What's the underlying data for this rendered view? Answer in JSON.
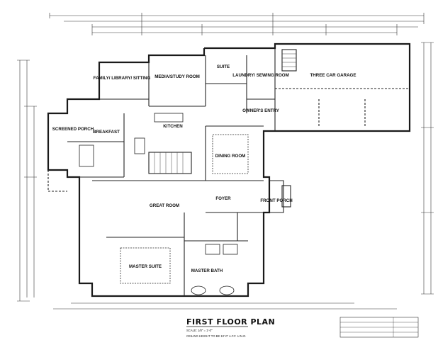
{
  "plan": {
    "title": "FIRST FLOOR PLAN",
    "scale": "SCALE: 1/8\" = 1'-0\"",
    "note": "CEILING HEIGHT TO BE 10'-0\" A.F.F. U.N.O.",
    "rooms": {
      "garage": "THREE CAR GARAGE",
      "suite": "SUITE",
      "laundry": "LAUNDRY/ SEWING ROOM",
      "family": "FAMILY/ LIBRARY/ SITTING",
      "media": "MEDIA/STUDY ROOM",
      "kitchen": "KITCHEN",
      "owners_entry": "OWNER'S ENTRY",
      "screened_porch": "SCREENED PORCH",
      "breakfast": "BREAKFAST",
      "dining": "DINING ROOM",
      "great_room": "GREAT ROOM",
      "foyer": "FOYER",
      "front_porch": "FRONT PORCH",
      "master_suite": "MASTER SUITE",
      "master_bath": "MASTER BATH"
    }
  }
}
